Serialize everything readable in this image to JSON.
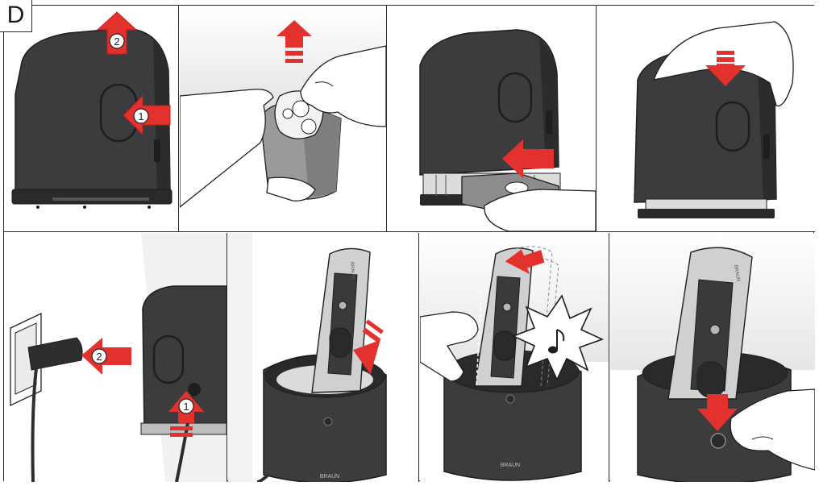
{
  "section_label": "D",
  "colors": {
    "arrow_red": "#e3312d",
    "base_dark": "#3c3c3e",
    "base_darker": "#2a2a2b",
    "shaver_silver": "#cfd0d2",
    "skin": "#ffffff",
    "outline": "#1e1e1e"
  },
  "steps": {
    "p1": {
      "badges": [
        "2",
        "1"
      ]
    },
    "p5": {
      "badges": [
        "2",
        "1"
      ]
    }
  },
  "brand": {
    "station_logo": "BRAUN",
    "shaver_logo": "BRAUN"
  }
}
